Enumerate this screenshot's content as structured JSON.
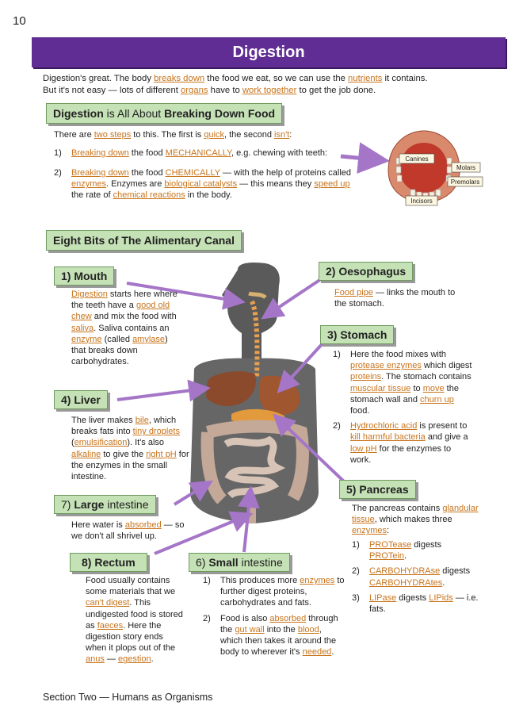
{
  "page_number": "10",
  "title": "Digestion",
  "intro": {
    "l1_a": "Digestion's great. The body ",
    "l1_b": "breaks down",
    "l1_c": " the food we eat, so we can use the ",
    "l1_d": "nutrients",
    "l1_e": " it contains.",
    "l2_a": "But it's not easy — lots of different ",
    "l2_b": "organs",
    "l2_c": " have to ",
    "l2_d": "work together",
    "l2_e": " to get the job done."
  },
  "section1": {
    "title_a": "Digestion",
    "title_b": " is All About ",
    "title_c": "Breaking Down Food",
    "steps_a": "There are ",
    "steps_b": "two steps",
    "steps_c": " to this. The first is ",
    "steps_d": "quick",
    "steps_e": ", the second ",
    "steps_f": "isn't",
    "steps_g": ":",
    "s1_num": "1)",
    "s1_a": "Breaking down",
    "s1_b": " the food ",
    "s1_c": "MECHANICALLY",
    "s1_d": ", e.g. chewing with teeth:",
    "s2_num": "2)",
    "s2_a": "Breaking down",
    "s2_b": " the food ",
    "s2_c": "CHEMICALLY",
    "s2_d": " — with the help of proteins called ",
    "s2_e": "enzymes",
    "s2_f": ". Enzymes are ",
    "s2_g": "biological catalysts",
    "s2_h": " — this means they ",
    "s2_i": "speed up",
    "s2_j": " the rate of ",
    "s2_k": "chemical reactions",
    "s2_l": " in the body."
  },
  "teeth": {
    "canines": "Canines",
    "molars": "Molars",
    "premolars": "Premolars",
    "incisors": "Incisors"
  },
  "section2": {
    "title_a": "Eight Bits of ",
    "title_b": "The Alimentary Canal"
  },
  "mouth": {
    "label": "1) Mouth",
    "a": "Digestion",
    "b": " starts here where the teeth have a ",
    "c": "good old chew",
    "d": " and mix the food with ",
    "e": "saliva",
    "f": ". Saliva contains an ",
    "g": "enzyme",
    "h": " (called ",
    "i": "amylase",
    "j": ") that breaks down carbohydrates."
  },
  "oesophagus": {
    "label": "2) Oesophagus",
    "a": "Food pipe",
    "b": " — links the mouth to the stomach."
  },
  "stomach": {
    "label": "3) Stomach",
    "n1": "1)",
    "i1_a": "Here the food mixes with ",
    "i1_b": "protease enzymes",
    "i1_c": " which digest ",
    "i1_d": "proteins",
    "i1_e": ". The stomach contains ",
    "i1_f": "muscular tissue",
    "i1_g": " to ",
    "i1_h": "move",
    "i1_i": " the stomach wall and ",
    "i1_j": "churn up",
    "i1_k": " food.",
    "n2": "2)",
    "i2_a": "Hydrochloric acid",
    "i2_b": " is present to ",
    "i2_c": "kill harmful bacteria",
    "i2_d": " and give a ",
    "i2_e": "low pH",
    "i2_f": " for the enzymes to work."
  },
  "liver": {
    "label": "4) Liver",
    "a": "The liver makes ",
    "b": "bile",
    "c": ", which breaks fats into ",
    "d": "tiny droplets",
    "e": " (",
    "f": "emulsification",
    "g": "). It's also ",
    "h": "alkaline",
    "i": " to give the ",
    "j": "right pH",
    "k": " for the enzymes in the small intestine."
  },
  "pancreas": {
    "label": "5) Pancreas",
    "a": "The pancreas contains ",
    "b": "glandular tissue",
    "c": ", which makes three ",
    "d": "enzymes",
    "e": ":",
    "n1": "1)",
    "i1_a": "PROTease",
    "i1_b": " digests ",
    "i1_c": "PROTein",
    "i1_d": ".",
    "n2": "2)",
    "i2_a": "CARBOHYDRAse",
    "i2_b": " digests ",
    "i2_c": "CARBOHYDRAtes",
    "i2_d": ".",
    "n3": "3)",
    "i3_a": "LIPase",
    "i3_b": " digests ",
    "i3_c": "LIPids",
    "i3_d": " — i.e. fats."
  },
  "small": {
    "label_a": "6) ",
    "label_b": "Small",
    "label_c": " intestine",
    "n1": "1)",
    "i1_a": "This produces more ",
    "i1_b": "enzymes",
    "i1_c": " to further digest proteins, carbohydrates and fats.",
    "n2": "2)",
    "i2_a": "Food is also ",
    "i2_b": "absorbed",
    "i2_c": " through the ",
    "i2_d": "gut wall",
    "i2_e": " into the ",
    "i2_f": "blood",
    "i2_g": ", which then takes it around the body to wherever it's ",
    "i2_h": "needed",
    "i2_i": "."
  },
  "large": {
    "label_a": "7) ",
    "label_b": "Large",
    "label_c": " intestine",
    "a": "Here water is ",
    "b": "absorbed",
    "c": " — so we don't all shrivel up."
  },
  "rectum": {
    "label": "8) Rectum",
    "a": "Food usually contains some materials that we ",
    "b": "can't digest",
    "c": ". This undigested food is stored as ",
    "d": "faeces",
    "e": ". Here the digestion story ends when it plops out of the ",
    "f": "anus",
    "g": " — ",
    "h": "egestion",
    "i": "."
  },
  "footer": "Section Two — Humans as Organisms",
  "colors": {
    "banner": "#5f2d93",
    "label_bg": "#c5e1b6",
    "highlight": "#c8741c",
    "arrow": "#a576c8"
  }
}
